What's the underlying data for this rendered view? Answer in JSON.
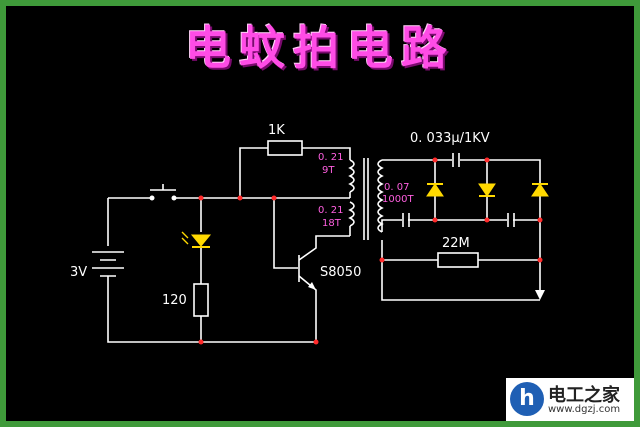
{
  "title": "电蚊拍电路",
  "labels": {
    "r_feedback": "1K",
    "capacitor": "0. 033μ/1KV",
    "primary_wire": "0. 21",
    "primary_turns": "9T",
    "secondary_wire": "0. 07",
    "secondary_turns": "1000T",
    "feedback_wire": "0. 21",
    "feedback_turns": "18T",
    "battery": "3V",
    "resistor_led": "120",
    "transistor": "S8050",
    "r_bleed": "22M"
  },
  "logo": {
    "mark": "h",
    "name": "电工之家",
    "url": "www.dgzj.com"
  },
  "colors": {
    "frame": "#3f9a3a",
    "title": "#ff4ce6",
    "wire": "#ffffff",
    "diode": "#ffd900",
    "node": "#ff2a2a",
    "small_text": "#ff5fe0"
  }
}
